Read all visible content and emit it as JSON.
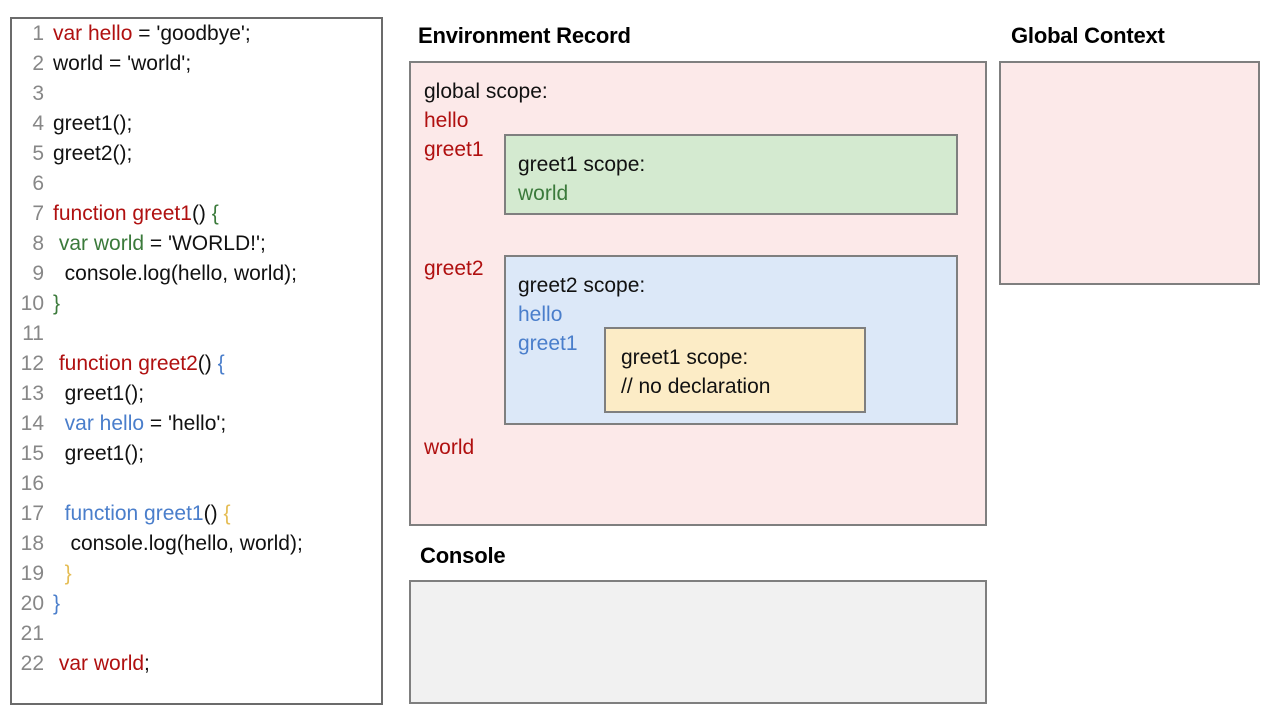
{
  "code_panel": {
    "language": "javascript",
    "lines": [
      {
        "n": "1",
        "tokens": [
          {
            "t": "var hello",
            "c": "red"
          },
          {
            "t": " = 'goodbye';",
            "c": "plain"
          }
        ]
      },
      {
        "n": "2",
        "tokens": [
          {
            "t": "world = 'world';",
            "c": "plain"
          }
        ]
      },
      {
        "n": "3",
        "tokens": [
          {
            "t": "",
            "c": "plain"
          }
        ]
      },
      {
        "n": "4",
        "tokens": [
          {
            "t": "greet1();",
            "c": "plain"
          }
        ]
      },
      {
        "n": "5",
        "tokens": [
          {
            "t": "greet2();",
            "c": "plain"
          }
        ]
      },
      {
        "n": "6",
        "tokens": [
          {
            "t": "",
            "c": "plain"
          }
        ]
      },
      {
        "n": "7",
        "tokens": [
          {
            "t": "function greet1",
            "c": "red"
          },
          {
            "t": "() ",
            "c": "plain"
          },
          {
            "t": "{",
            "c": "green"
          }
        ]
      },
      {
        "n": "8",
        "tokens": [
          {
            "t": " ",
            "c": "plain"
          },
          {
            "t": "var world",
            "c": "green"
          },
          {
            "t": " = 'WORLD!';",
            "c": "plain"
          }
        ]
      },
      {
        "n": "9",
        "tokens": [
          {
            "t": "  console.log(hello, world);",
            "c": "plain"
          }
        ]
      },
      {
        "n": "10",
        "tokens": [
          {
            "t": "}",
            "c": "green"
          }
        ]
      },
      {
        "n": "11",
        "tokens": [
          {
            "t": "",
            "c": "plain"
          }
        ]
      },
      {
        "n": "12",
        "tokens": [
          {
            "t": " ",
            "c": "plain"
          },
          {
            "t": "function greet2",
            "c": "red"
          },
          {
            "t": "() ",
            "c": "plain"
          },
          {
            "t": "{",
            "c": "blue"
          }
        ]
      },
      {
        "n": "13",
        "tokens": [
          {
            "t": "  greet1();",
            "c": "plain"
          }
        ]
      },
      {
        "n": "14",
        "tokens": [
          {
            "t": "  ",
            "c": "plain"
          },
          {
            "t": "var hello",
            "c": "blue"
          },
          {
            "t": " = 'hello';",
            "c": "plain"
          }
        ]
      },
      {
        "n": "15",
        "tokens": [
          {
            "t": "  greet1();",
            "c": "plain"
          }
        ]
      },
      {
        "n": "16",
        "tokens": [
          {
            "t": "",
            "c": "plain"
          }
        ]
      },
      {
        "n": "17",
        "tokens": [
          {
            "t": "  ",
            "c": "plain"
          },
          {
            "t": "function greet1",
            "c": "blue"
          },
          {
            "t": "() ",
            "c": "plain"
          },
          {
            "t": "{",
            "c": "gold"
          }
        ]
      },
      {
        "n": "18",
        "tokens": [
          {
            "t": "   console.log(hello, world);",
            "c": "plain"
          }
        ]
      },
      {
        "n": "19",
        "tokens": [
          {
            "t": "  ",
            "c": "plain"
          },
          {
            "t": "}",
            "c": "gold"
          }
        ]
      },
      {
        "n": "20",
        "tokens": [
          {
            "t": "}",
            "c": "blue"
          }
        ]
      },
      {
        "n": "21",
        "tokens": [
          {
            "t": "",
            "c": "plain"
          }
        ]
      },
      {
        "n": "22",
        "tokens": [
          {
            "t": " ",
            "c": "plain"
          },
          {
            "t": "var world",
            "c": "red"
          },
          {
            "t": ";",
            "c": "plain"
          }
        ]
      }
    ]
  },
  "environment_record": {
    "heading": "Environment Record",
    "global_scope": {
      "title": "global scope:",
      "bindings": [
        "hello",
        "greet1",
        "greet2",
        "world"
      ]
    },
    "greet1_scope": {
      "title": "greet1 scope:",
      "bindings": [
        "world"
      ]
    },
    "greet2_scope": {
      "title": "greet2 scope:",
      "bindings": [
        "hello",
        "greet1"
      ]
    },
    "greet1_inner_scope": {
      "title": "greet1 scope:",
      "note": "// no declaration"
    }
  },
  "global_context": {
    "heading": "Global Context",
    "entries": []
  },
  "console": {
    "heading": "Console",
    "output": []
  },
  "colors": {
    "red": "#b01010",
    "green": "#3b7a3b",
    "blue": "#4a7ecb",
    "gold": "#e5bd55",
    "pink_fill": "#fce9e9",
    "green_fill": "#d4ead0",
    "blue_fill": "#dce8f8",
    "yellow_fill": "#fcecc6",
    "console_fill": "#f1f1f1",
    "border_gray": "#7f7f7f",
    "line_number_gray": "#878787"
  }
}
